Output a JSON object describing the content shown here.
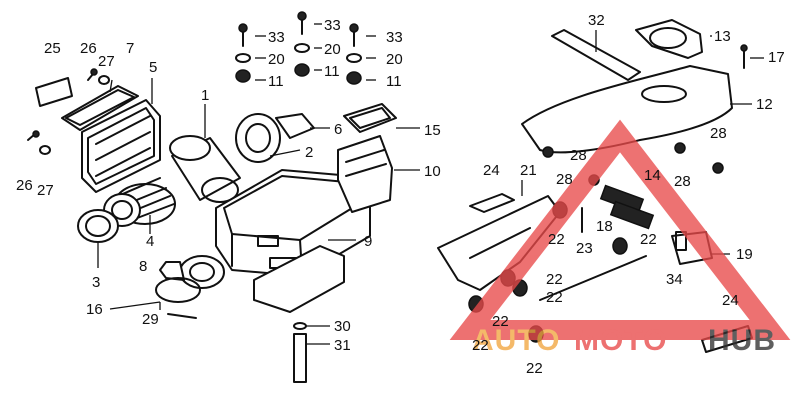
{
  "diagram": {
    "callouts": {
      "c25": "25",
      "c26a": "26",
      "c27a": "27",
      "c7": "7",
      "c5": "5",
      "c26b": "26",
      "c27b": "27",
      "c1": "1",
      "c4": "4",
      "c3": "3",
      "c8": "8",
      "c16": "16",
      "c29": "29",
      "c33a": "33",
      "c33b": "33",
      "c33c": "33",
      "c20a": "20",
      "c20b": "20",
      "c20c": "20",
      "c11a": "11",
      "c11b": "11",
      "c11c": "11",
      "c6": "6",
      "c2": "2",
      "c15": "15",
      "c10": "10",
      "c9": "9",
      "c30": "30",
      "c31": "31",
      "c32": "32",
      "c13": "13",
      "c17": "17",
      "c12": "12",
      "c28a": "28",
      "c28b": "28",
      "c28c": "28",
      "c28d": "28",
      "c24a": "24",
      "c21": "21",
      "c14": "14",
      "c18": "18",
      "c22a": "22",
      "c22b": "22",
      "c22c": "22",
      "c22d": "22",
      "c22e": "22",
      "c22f": "22",
      "c22g": "22",
      "c23": "23",
      "c19": "19",
      "c34": "34",
      "c24b": "24"
    },
    "watermark": {
      "part1": "AUTO",
      "part2": "MOTO",
      "part3": "HUB",
      "colors": {
        "orange": "#f2a640",
        "red": "#e84a4a",
        "dark": "#333333"
      }
    }
  }
}
